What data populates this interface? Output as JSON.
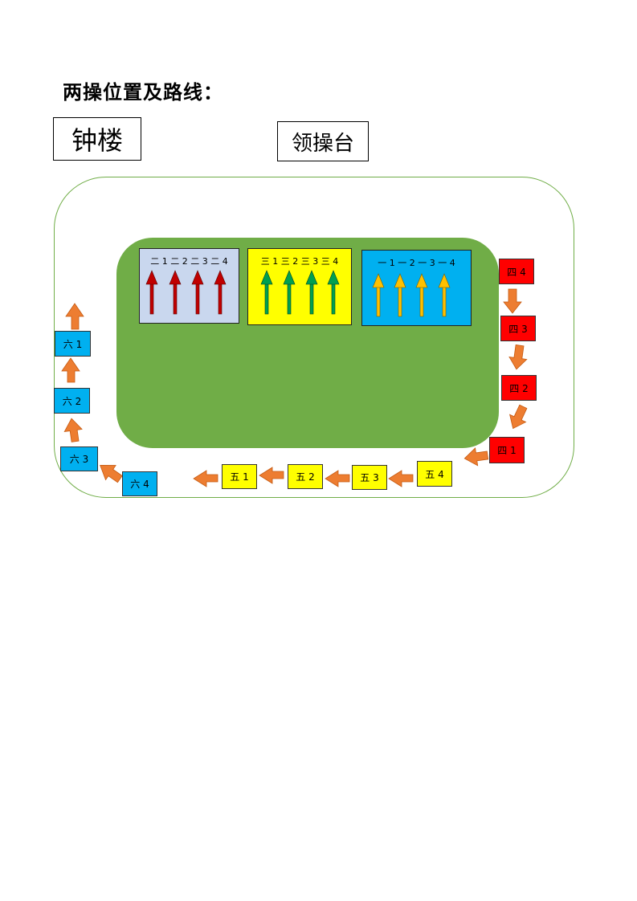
{
  "heading": "两操位置及路线：",
  "clock_tower": "钟楼",
  "stage": "领操台",
  "colors": {
    "track_border": "#70ad47",
    "field": "#70ad47",
    "move_arrow": "#ed7d31",
    "class_er_bg": "#c9d7ee",
    "class_san_bg": "#ffff00",
    "class_yi_bg": "#00b0f0",
    "red": "#ff0000",
    "yellow": "#ffff00",
    "blue": "#00b0f0"
  },
  "groups": {
    "er": {
      "label": "二 1 二 2 二 3 二 4",
      "arrow_color": "#c00000"
    },
    "san": {
      "label": "三 1 三 2 三 3 三 4",
      "arrow_color": "#00a050"
    },
    "yi": {
      "label": "一 1 一 2 一 3 一 4",
      "arrow_color": "#ffc000"
    }
  },
  "route": {
    "si4": "四 4",
    "si3": "四 3",
    "si2": "四 2",
    "si1": "四 1",
    "wu4": "五 4",
    "wu3": "五 3",
    "wu2": "五 2",
    "wu1": "五 1",
    "liu4": "六 4",
    "liu3": "六 3",
    "liu2": "六 2",
    "liu1": "六 1"
  }
}
